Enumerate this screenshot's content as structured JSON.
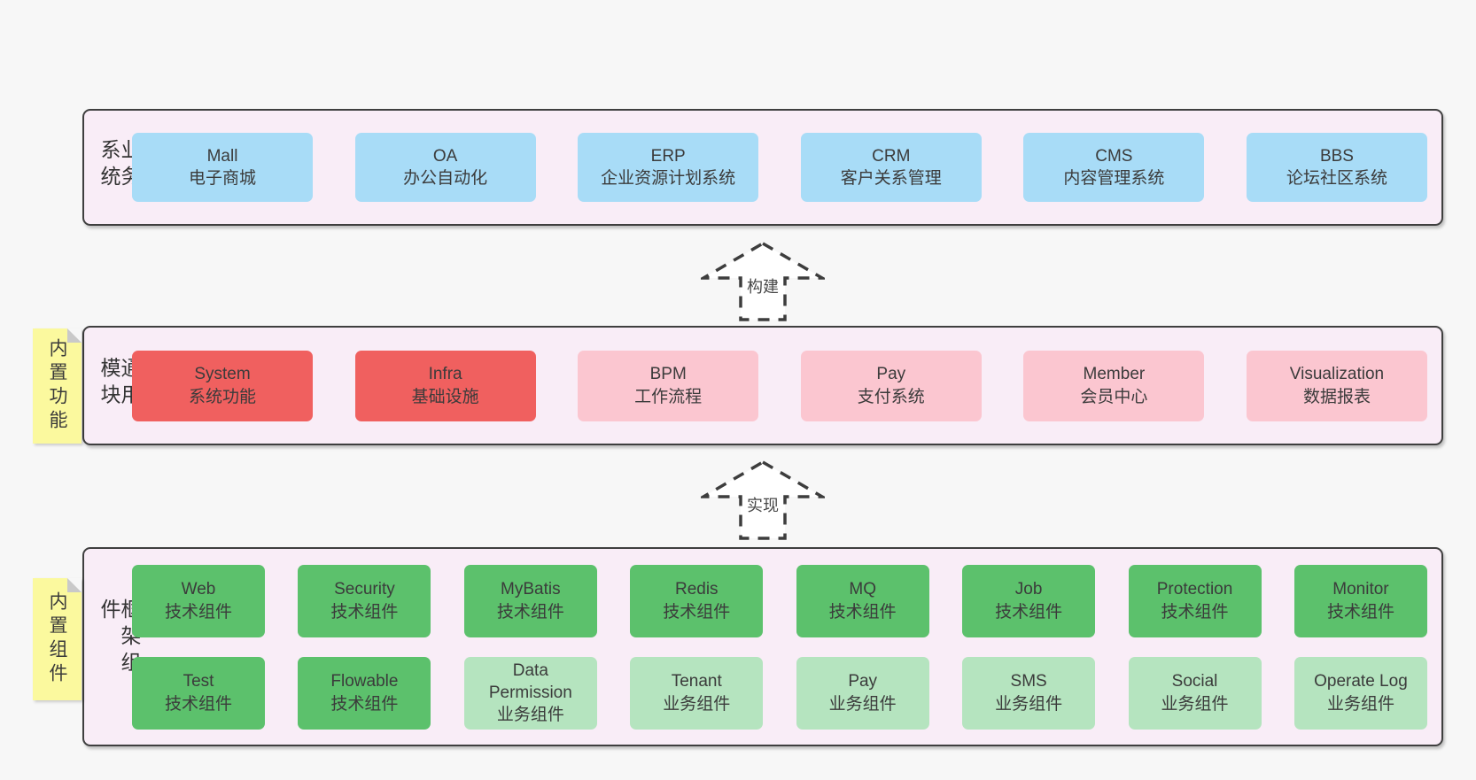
{
  "diagram": {
    "title": "architecture-layers",
    "bands": [
      {
        "id": "business-systems",
        "label": "业务系统",
        "rows": [
          [
            {
              "name": "Mall",
              "desc": "电子商城",
              "variant": "blue"
            },
            {
              "name": "OA",
              "desc": "办公自动化",
              "variant": "blue"
            },
            {
              "name": "ERP",
              "desc": "企业资源计划系统",
              "variant": "blue"
            },
            {
              "name": "CRM",
              "desc": "客户关系管理",
              "variant": "blue"
            },
            {
              "name": "CMS",
              "desc": "内容管理系统",
              "variant": "blue"
            },
            {
              "name": "BBS",
              "desc": "论坛社区系统",
              "variant": "blue"
            }
          ]
        ]
      },
      {
        "id": "common-modules",
        "label": "通用模块",
        "note": "内置功能",
        "rows": [
          [
            {
              "name": "System",
              "desc": "系统功能",
              "variant": "red"
            },
            {
              "name": "Infra",
              "desc": "基础设施",
              "variant": "red"
            },
            {
              "name": "BPM",
              "desc": "工作流程",
              "variant": "pink"
            },
            {
              "name": "Pay",
              "desc": "支付系统",
              "variant": "pink"
            },
            {
              "name": "Member",
              "desc": "会员中心",
              "variant": "pink"
            },
            {
              "name": "Visualization",
              "desc": "数据报表",
              "variant": "pink"
            }
          ]
        ]
      },
      {
        "id": "framework-components",
        "label": "框架组件",
        "note": "内置组件",
        "rows": [
          [
            {
              "name": "Web",
              "desc": "技术组件",
              "variant": "green"
            },
            {
              "name": "Security",
              "desc": "技术组件",
              "variant": "green"
            },
            {
              "name": "MyBatis",
              "desc": "技术组件",
              "variant": "green"
            },
            {
              "name": "Redis",
              "desc": "技术组件",
              "variant": "green"
            },
            {
              "name": "MQ",
              "desc": "技术组件",
              "variant": "green"
            },
            {
              "name": "Job",
              "desc": "技术组件",
              "variant": "green"
            },
            {
              "name": "Protection",
              "desc": "技术组件",
              "variant": "green"
            },
            {
              "name": "Monitor",
              "desc": "技术组件",
              "variant": "green"
            }
          ],
          [
            {
              "name": "Test",
              "desc": "技术组件",
              "variant": "green"
            },
            {
              "name": "Flowable",
              "desc": "技术组件",
              "variant": "green"
            },
            {
              "name": "Data Permission",
              "desc": "业务组件",
              "variant": "light_green"
            },
            {
              "name": "Tenant",
              "desc": "业务组件",
              "variant": "light_green"
            },
            {
              "name": "Pay",
              "desc": "业务组件",
              "variant": "light_green"
            },
            {
              "name": "SMS",
              "desc": "业务组件",
              "variant": "light_green"
            },
            {
              "name": "Social",
              "desc": "业务组件",
              "variant": "light_green"
            },
            {
              "name": "Operate Log",
              "desc": "业务组件",
              "variant": "light_green"
            }
          ]
        ]
      }
    ],
    "arrows": [
      {
        "label": "构建"
      },
      {
        "label": "实现"
      }
    ],
    "colors": {
      "blue": "#a8dcf7",
      "red": "#f0605f",
      "pink": "#fbc6d0",
      "green": "#5cc16c",
      "light_green": "#b5e4bf",
      "note_yellow": "#fbf99e",
      "band_bg": "#f9edf7",
      "page_bg": "#f7f7f7",
      "border_dark": "#3f3f3f"
    }
  }
}
